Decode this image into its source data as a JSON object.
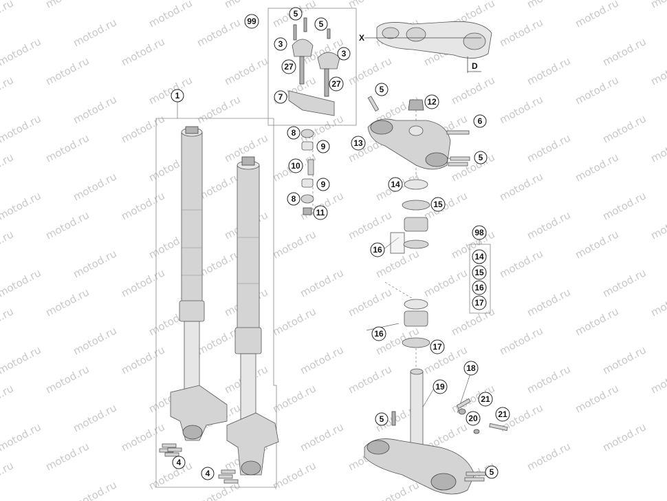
{
  "watermark": "motod.ru",
  "labels": {
    "c1": "1",
    "c3a": "3",
    "c3b": "3",
    "c4a": "4",
    "c4b": "4",
    "c5a": "5",
    "c5b": "5",
    "c5c": "5",
    "c5d": "5",
    "c5e": "5",
    "c5f": "5",
    "c6": "6",
    "c7": "7",
    "c8a": "8",
    "c8b": "8",
    "c9a": "9",
    "c9b": "9",
    "c10": "10",
    "c11": "11",
    "c12": "12",
    "c13": "13",
    "c14a": "14",
    "c15a": "15",
    "c16a": "16",
    "c16b": "16",
    "c17": "17",
    "c18": "18",
    "c19": "19",
    "c20": "20",
    "c21a": "21",
    "c21b": "21",
    "c27a": "27",
    "c27b": "27",
    "c98": "98",
    "c99": "99",
    "list14": "14",
    "list15": "15",
    "list16": "16",
    "list17": "17"
  },
  "view_marks": {
    "x": "X",
    "d": "D"
  }
}
